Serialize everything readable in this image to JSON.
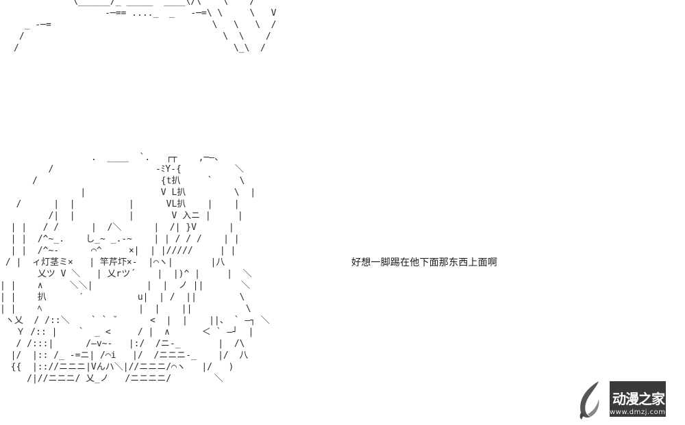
{
  "art": {
    "top_fragment": "           \\______/_ _____  ____\\/\\    \\    /\n                 -─== ...._  _   -─=\\ \\     \\   V\n  _ -─=                              \\   \\   \\  /\n /                                     \\  \\    /\n/                                        \\_\\  /",
    "main_figure": "                 .  ____  `.   ┌┬    ,─―、\n         /                   -ﾐY-{          ＼\n      /                       {t扒     `     \\\n               |              V L扒         \\  |\n   /      |  |          |      VL扒    |    |\n         /|  |          |       V 入ニ |     |\n  | |   / /      |  /＼      |  /| }V      |\n  | |  /^~_.    し_~ _.-~    | | / / /    | |\n  | |  /^~‐      ⌒^     ×|  | |/////     | |\n / |  ィ灯茎ミ×   | 竿芹圷×-  |⌒ヽ|       |八\n       乂ツ V ＼   | 乂rツ´    |  |)^ |     |  ＼\n| |    ∧     ＼＼|          |  |  ノ ||       ＼\n| |    扒      ′          u|  | /  ||        \\\n| |    ﾍ                  |  |    ||          \\\n ヽ乂  / /::＼    ` ` ˘      <  |  |    ||、 ` ―┐ ＼\n   Ｙ /:: |    `  _ <     / |  ∧      ＜ ` ―┘  |\n   / /:::|      /―v~‐   |:/  /ニ-_       |  /\\\n  |/  |:: /_ -=ニ| /⌒i   |/  /ニニニ-_    |/  八\n  {{  |:://ニニニ|Vんハ＼|//ニニニ/⌒ヽ   |/   )\n     /|//ニニニ/ 乂_ノ   /ニニニニ/        ＼"
  },
  "caption": "好想一脚踢在他下面那东西上面啊",
  "watermark": {
    "title": "动漫之家",
    "url": "www.dmzj.com"
  }
}
